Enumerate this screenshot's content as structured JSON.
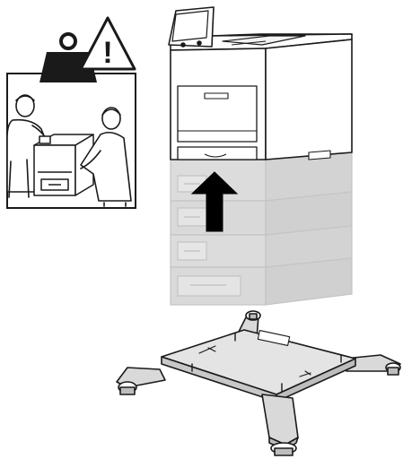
{
  "figure": {
    "kind": "installation-illustration",
    "caption": "",
    "panels": [
      {
        "name": "weight-warning-panel",
        "icons": [
          "weight-icon",
          "warning-triangle-icon"
        ],
        "scene": "two-person-lift"
      },
      {
        "name": "printer-stack",
        "parts": [
          "printer",
          "control-panel",
          "paper-tray-1",
          "optional-tray-2",
          "optional-tray-3",
          "optional-tray-4",
          "optional-tray-5"
        ],
        "arrow": "up-arrow-icon"
      },
      {
        "name": "caster-base",
        "parts": [
          "base-plate",
          "caster-leg-left",
          "caster-leg-back",
          "caster-leg-right",
          "caster-leg-front"
        ]
      }
    ],
    "warning_symbol": "!",
    "colors": {
      "line": "#1a1a1a",
      "printer_body": "#ffffff",
      "ghost_trays": "#d9d9d9",
      "ghost_edge": "#c4c4c4",
      "arrow": "#000000"
    }
  }
}
